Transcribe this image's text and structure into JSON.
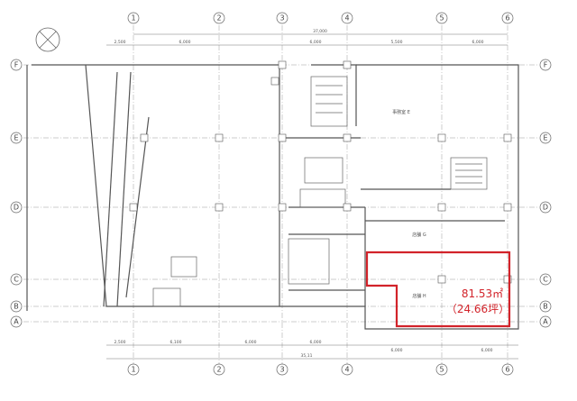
{
  "grid": {
    "columns": [
      "1",
      "2",
      "3",
      "4",
      "5",
      "6"
    ],
    "rows": [
      "F",
      "E",
      "D",
      "C",
      "B",
      "A"
    ]
  },
  "dimensions": {
    "top_total": "37,000",
    "top": [
      "2,500",
      "6,000",
      "6,000",
      "5,500",
      "6,000"
    ],
    "bottom": [
      "2,500",
      "6,100",
      "6,000",
      "6,000",
      "6,000",
      "6,000"
    ],
    "bottom_total": "35,11"
  },
  "rooms": {
    "office": "事務室 E",
    "shop_g": "店舗 G",
    "shop_h": "店舗 H"
  },
  "highlight": {
    "area_sqm": "81.53㎡",
    "area_tsubo": "（24.66坪）",
    "color": "#d2232a"
  }
}
